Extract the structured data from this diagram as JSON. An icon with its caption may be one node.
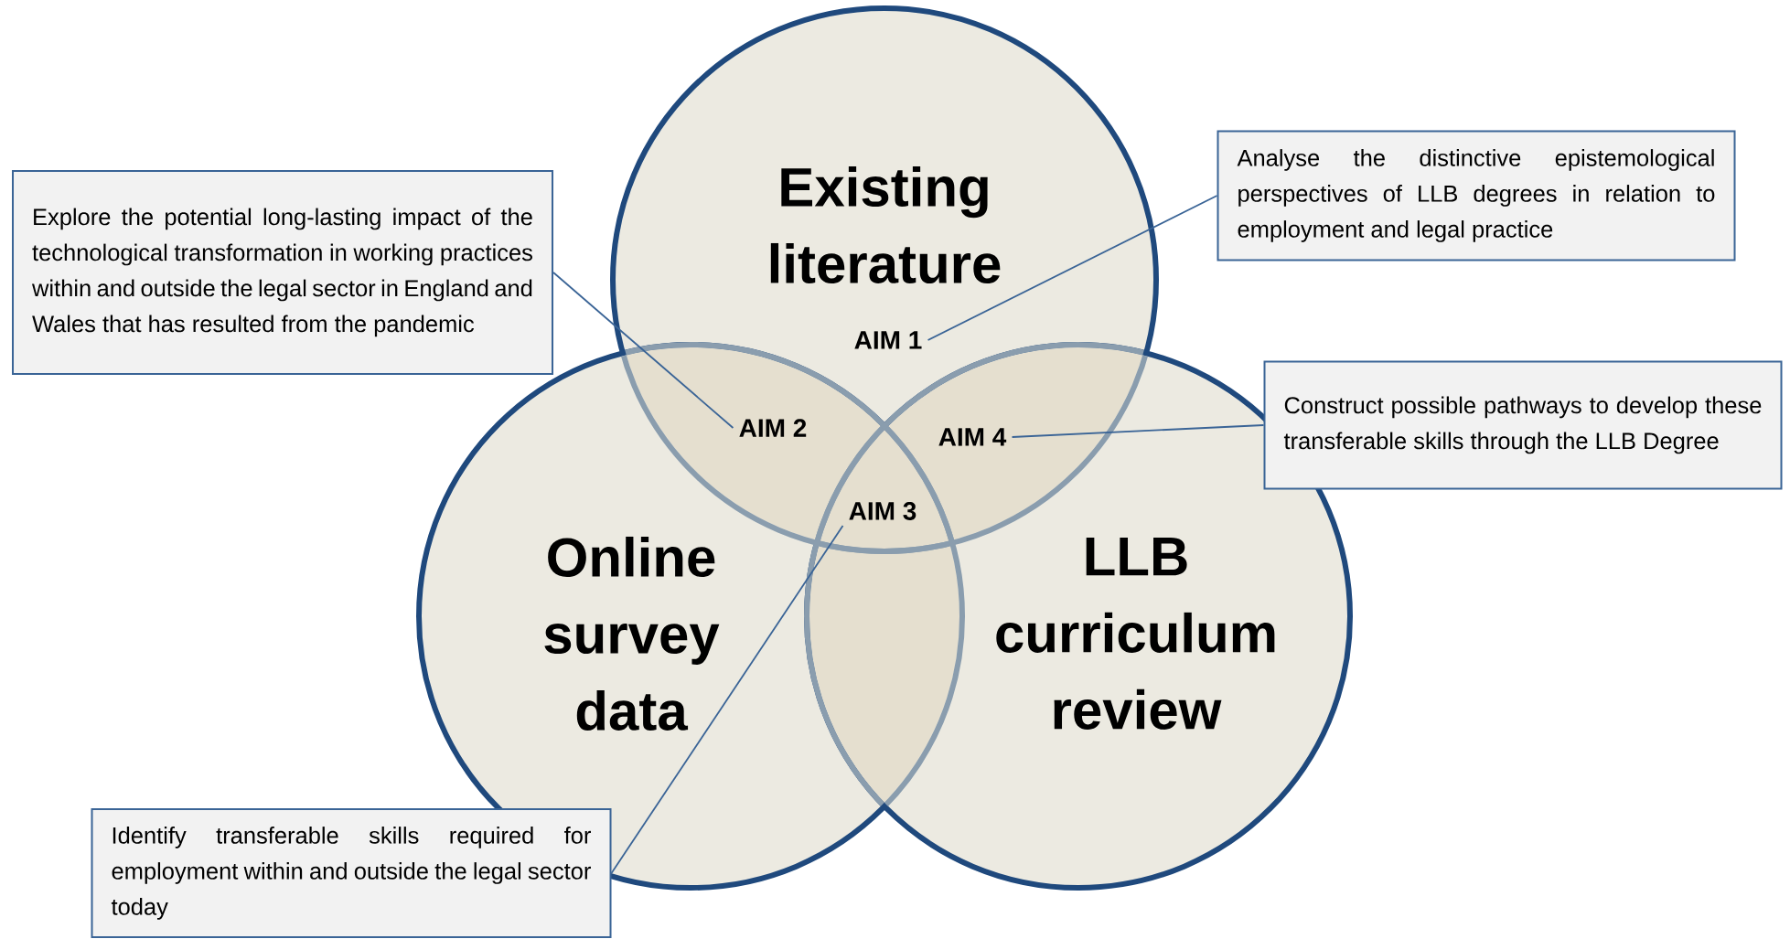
{
  "diagram": {
    "nodes": [
      {
        "text": [
          "Existing literature"
        ]
      },
      {
        "text": [
          "Online survey data"
        ]
      },
      {
        "text": [
          "LLB curriculum review"
        ]
      },
      {
        "text": [
          "AIM 1"
        ],
        "in": 0
      },
      {
        "text": [
          "AIM 2"
        ]
      },
      {
        "text": [
          "AIM 3"
        ]
      },
      {
        "text": [
          "AIM 4"
        ]
      },
      {
        "text": [
          "Explore the potential long-lasting impact of the technological transformation in working practices within and outside the legal sector in England and Wales that has resulted from the pandemic"
        ]
      },
      {
        "text": [
          "Analyse the distinctive epistemological perspectives of LLB degrees in relation to employment and legal practice"
        ]
      },
      {
        "text": [
          "Construct possible pathways to develop these transferable skills through the LLB Degree"
        ]
      },
      {
        "text": [
          "Identify transferable skills required for employment within and outside the legal sector today"
        ]
      }
    ],
    "edges": [
      {
        "from": 7,
        "to": 4,
        "arrow": "none"
      },
      {
        "from": 8,
        "to": 3,
        "arrow": "none"
      },
      {
        "from": 9,
        "to": 6,
        "arrow": "none"
      },
      {
        "from": 10,
        "to": 5,
        "arrow": "none"
      }
    ]
  }
}
